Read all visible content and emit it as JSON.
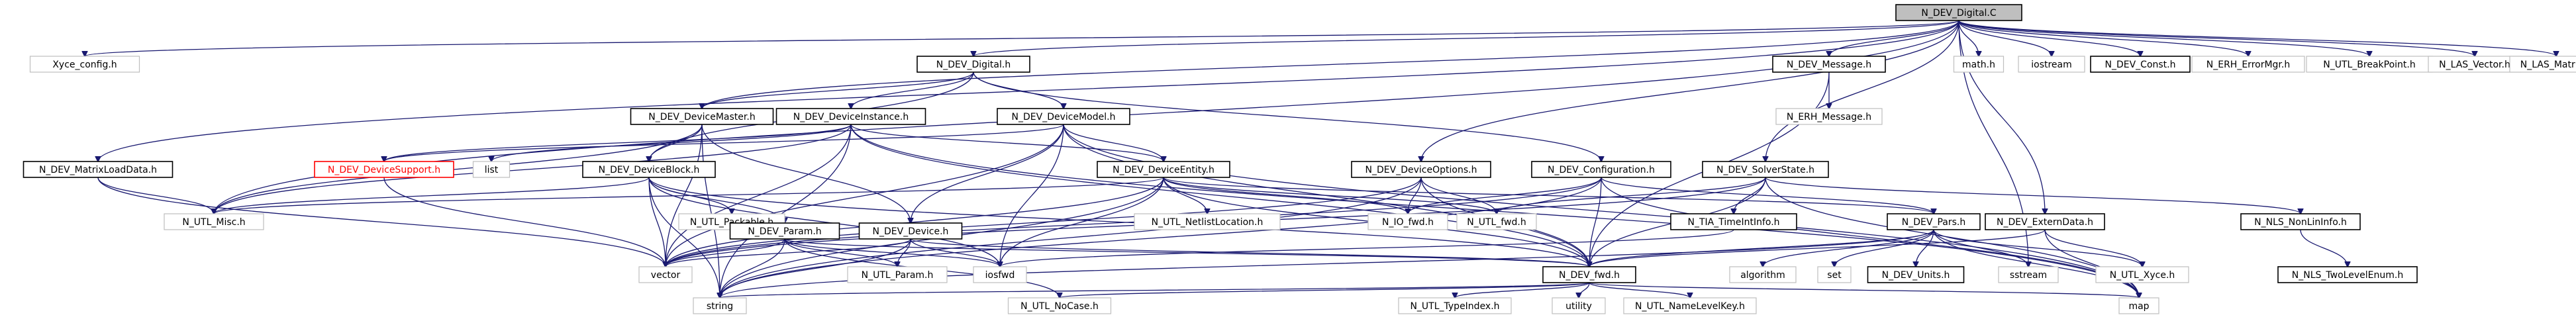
{
  "diagram": {
    "type": "include-dependency-graph",
    "root": "N_DEV_Digital.C",
    "nodes": [
      {
        "id": "root",
        "label": "N_DEV_Digital.C",
        "style": "root"
      },
      {
        "id": "xyce_config",
        "label": "Xyce_config.h",
        "style": "plain"
      },
      {
        "id": "dev_digital_h",
        "label": "N_DEV_Digital.h",
        "style": "box"
      },
      {
        "id": "dev_message",
        "label": "N_DEV_Message.h",
        "style": "box"
      },
      {
        "id": "math",
        "label": "math.h",
        "style": "plain"
      },
      {
        "id": "iostream",
        "label": "iostream",
        "style": "plain"
      },
      {
        "id": "dev_const",
        "label": "N_DEV_Const.h",
        "style": "box"
      },
      {
        "id": "erh_errormgr",
        "label": "N_ERH_ErrorMgr.h",
        "style": "plain"
      },
      {
        "id": "utl_breakpoint",
        "label": "N_UTL_BreakPoint.h",
        "style": "plain"
      },
      {
        "id": "las_vector",
        "label": "N_LAS_Vector.h",
        "style": "plain"
      },
      {
        "id": "las_matrix",
        "label": "N_LAS_Matrix.h",
        "style": "plain"
      },
      {
        "id": "dev_devicemaster",
        "label": "N_DEV_DeviceMaster.h",
        "style": "box"
      },
      {
        "id": "dev_deviceinstance",
        "label": "N_DEV_DeviceInstance.h",
        "style": "box"
      },
      {
        "id": "dev_devicemodel",
        "label": "N_DEV_DeviceModel.h",
        "style": "box"
      },
      {
        "id": "erh_message",
        "label": "N_ERH_Message.h",
        "style": "plain"
      },
      {
        "id": "dev_matrixloaddata",
        "label": "N_DEV_MatrixLoadData.h",
        "style": "box"
      },
      {
        "id": "dev_devicesupport",
        "label": "N_DEV_DeviceSupport.h",
        "style": "red"
      },
      {
        "id": "list",
        "label": "list",
        "style": "plain"
      },
      {
        "id": "dev_deviceblock",
        "label": "N_DEV_DeviceBlock.h",
        "style": "box"
      },
      {
        "id": "dev_deviceentity",
        "label": "N_DEV_DeviceEntity.h",
        "style": "box"
      },
      {
        "id": "dev_deviceoptions",
        "label": "N_DEV_DeviceOptions.h",
        "style": "box"
      },
      {
        "id": "dev_configuration",
        "label": "N_DEV_Configuration.h",
        "style": "box"
      },
      {
        "id": "dev_solverstate",
        "label": "N_DEV_SolverState.h",
        "style": "box"
      },
      {
        "id": "utl_misc",
        "label": "N_UTL_Misc.h",
        "style": "plain"
      },
      {
        "id": "utl_packable",
        "label": "N_UTL_Packable.h",
        "style": "plain"
      },
      {
        "id": "utl_netlistlocation",
        "label": "N_UTL_NetlistLocation.h",
        "style": "plain"
      },
      {
        "id": "io_fwd",
        "label": "N_IO_fwd.h",
        "style": "plain"
      },
      {
        "id": "utl_fwd",
        "label": "N_UTL_fwd.h",
        "style": "plain"
      },
      {
        "id": "tia_timeintinfo",
        "label": "N_TIA_TimeIntInfo.h",
        "style": "box"
      },
      {
        "id": "dev_pars",
        "label": "N_DEV_Pars.h",
        "style": "box"
      },
      {
        "id": "dev_externdata",
        "label": "N_DEV_ExternData.h",
        "style": "box"
      },
      {
        "id": "nls_nonlininfo",
        "label": "N_NLS_NonLinInfo.h",
        "style": "box"
      },
      {
        "id": "dev_param",
        "label": "N_DEV_Param.h",
        "style": "box"
      },
      {
        "id": "dev_device",
        "label": "N_DEV_Device.h",
        "style": "box"
      },
      {
        "id": "vector",
        "label": "vector",
        "style": "plain"
      },
      {
        "id": "utl_param",
        "label": "N_UTL_Param.h",
        "style": "plain"
      },
      {
        "id": "iosfwd",
        "label": "iosfwd",
        "style": "plain"
      },
      {
        "id": "dev_fwd",
        "label": "N_DEV_fwd.h",
        "style": "box"
      },
      {
        "id": "algorithm",
        "label": "algorithm",
        "style": "plain"
      },
      {
        "id": "set",
        "label": "set",
        "style": "plain"
      },
      {
        "id": "dev_units",
        "label": "N_DEV_Units.h",
        "style": "box"
      },
      {
        "id": "sstream",
        "label": "sstream",
        "style": "plain"
      },
      {
        "id": "utl_xyce",
        "label": "N_UTL_Xyce.h",
        "style": "plain"
      },
      {
        "id": "nls_twolevelenum",
        "label": "N_NLS_TwoLevelEnum.h",
        "style": "box"
      },
      {
        "id": "string",
        "label": "string",
        "style": "plain"
      },
      {
        "id": "utl_nocase",
        "label": "N_UTL_NoCase.h",
        "style": "plain"
      },
      {
        "id": "utl_typeindex",
        "label": "N_UTL_TypeIndex.h",
        "style": "plain"
      },
      {
        "id": "utility",
        "label": "utility",
        "style": "plain"
      },
      {
        "id": "utl_namelevelkey",
        "label": "N_UTL_NameLevelKey.h",
        "style": "plain"
      },
      {
        "id": "map",
        "label": "map",
        "style": "plain"
      }
    ],
    "edges": [
      [
        "root",
        "xyce_config"
      ],
      [
        "root",
        "dev_digital_h"
      ],
      [
        "root",
        "dev_message"
      ],
      [
        "root",
        "math"
      ],
      [
        "root",
        "iostream"
      ],
      [
        "root",
        "dev_const"
      ],
      [
        "root",
        "erh_errormgr"
      ],
      [
        "root",
        "utl_breakpoint"
      ],
      [
        "root",
        "las_vector"
      ],
      [
        "root",
        "las_matrix"
      ],
      [
        "root",
        "dev_devicemaster"
      ],
      [
        "root",
        "dev_matrixloaddata"
      ],
      [
        "root",
        "utl_misc"
      ],
      [
        "root",
        "dev_deviceoptions"
      ],
      [
        "root",
        "dev_solverstate"
      ],
      [
        "root",
        "dev_externdata"
      ],
      [
        "root",
        "sstream"
      ],
      [
        "dev_digital_h",
        "dev_devicemaster"
      ],
      [
        "dev_digital_h",
        "dev_deviceinstance"
      ],
      [
        "dev_digital_h",
        "dev_devicemodel"
      ],
      [
        "dev_digital_h",
        "dev_configuration"
      ],
      [
        "dev_digital_h",
        "dev_deviceblock"
      ],
      [
        "dev_message",
        "erh_message"
      ],
      [
        "dev_message",
        "dev_fwd"
      ],
      [
        "dev_devicemaster",
        "dev_deviceblock"
      ],
      [
        "dev_devicemaster",
        "dev_device"
      ],
      [
        "dev_devicemaster",
        "utl_misc"
      ],
      [
        "dev_devicemaster",
        "string"
      ],
      [
        "dev_devicemaster",
        "vector"
      ],
      [
        "dev_deviceinstance",
        "dev_devicesupport"
      ],
      [
        "dev_deviceinstance",
        "list"
      ],
      [
        "dev_deviceinstance",
        "dev_deviceentity"
      ],
      [
        "dev_deviceinstance",
        "utl_misc"
      ],
      [
        "dev_deviceinstance",
        "vector"
      ],
      [
        "dev_deviceinstance",
        "dev_fwd"
      ],
      [
        "dev_deviceinstance",
        "string"
      ],
      [
        "dev_deviceinstance",
        "map"
      ],
      [
        "dev_devicemodel",
        "dev_deviceentity"
      ],
      [
        "dev_devicemodel",
        "dev_device"
      ],
      [
        "dev_devicemodel",
        "vector"
      ],
      [
        "dev_devicemodel",
        "iosfwd"
      ],
      [
        "dev_devicemodel",
        "dev_fwd"
      ],
      [
        "dev_devicemodel",
        "map"
      ],
      [
        "dev_devicemodel",
        "dev_devicesupport"
      ],
      [
        "dev_matrixloaddata",
        "utl_misc"
      ],
      [
        "dev_matrixloaddata",
        "vector"
      ],
      [
        "dev_devicesupport",
        "vector"
      ],
      [
        "dev_deviceblock",
        "utl_misc"
      ],
      [
        "dev_deviceblock",
        "utl_packable"
      ],
      [
        "dev_deviceblock",
        "dev_param"
      ],
      [
        "dev_deviceblock",
        "vector"
      ],
      [
        "dev_deviceblock",
        "string"
      ],
      [
        "dev_deviceblock",
        "dev_fwd"
      ],
      [
        "dev_deviceblock",
        "iosfwd"
      ],
      [
        "dev_deviceentity",
        "utl_netlistlocation"
      ],
      [
        "dev_deviceentity",
        "io_fwd"
      ],
      [
        "dev_deviceentity",
        "utl_fwd"
      ],
      [
        "dev_deviceentity",
        "dev_pars"
      ],
      [
        "dev_deviceentity",
        "vector"
      ],
      [
        "dev_deviceentity",
        "string"
      ],
      [
        "dev_deviceentity",
        "iosfwd"
      ],
      [
        "dev_deviceentity",
        "dev_fwd"
      ],
      [
        "dev_deviceentity",
        "utl_misc"
      ],
      [
        "dev_deviceoptions",
        "io_fwd"
      ],
      [
        "dev_deviceoptions",
        "utl_fwd"
      ],
      [
        "dev_deviceoptions",
        "dev_fwd"
      ],
      [
        "dev_deviceoptions",
        "string"
      ],
      [
        "dev_deviceoptions",
        "vector"
      ],
      [
        "dev_configuration",
        "dev_pars"
      ],
      [
        "dev_configuration",
        "io_fwd"
      ],
      [
        "dev_configuration",
        "vector"
      ],
      [
        "dev_configuration",
        "dev_fwd"
      ],
      [
        "dev_configuration",
        "string"
      ],
      [
        "dev_configuration",
        "map"
      ],
      [
        "dev_solverstate",
        "tia_timeintinfo"
      ],
      [
        "dev_solverstate",
        "nls_nonlininfo"
      ],
      [
        "dev_solverstate",
        "dev_fwd"
      ],
      [
        "dev_solverstate",
        "vector"
      ],
      [
        "dev_solverstate",
        "map"
      ],
      [
        "dev_solverstate",
        "utl_fwd"
      ],
      [
        "tia_timeintinfo",
        "iosfwd"
      ],
      [
        "dev_pars",
        "dev_fwd"
      ],
      [
        "dev_pars",
        "algorithm"
      ],
      [
        "dev_pars",
        "set"
      ],
      [
        "dev_pars",
        "dev_units"
      ],
      [
        "dev_pars",
        "sstream"
      ],
      [
        "dev_pars",
        "map"
      ],
      [
        "dev_pars",
        "utl_xyce"
      ],
      [
        "dev_pars",
        "string"
      ],
      [
        "dev_externdata",
        "dev_fwd"
      ],
      [
        "dev_externdata",
        "map"
      ],
      [
        "dev_externdata",
        "utl_xyce"
      ],
      [
        "nls_nonlininfo",
        "nls_twolevelenum"
      ],
      [
        "dev_param",
        "vector"
      ],
      [
        "dev_param",
        "utl_param"
      ],
      [
        "dev_param",
        "iosfwd"
      ],
      [
        "dev_param",
        "string"
      ],
      [
        "dev_param",
        "utl_nocase"
      ],
      [
        "dev_param",
        "dev_fwd"
      ],
      [
        "dev_device",
        "vector"
      ],
      [
        "dev_device",
        "utl_param"
      ],
      [
        "dev_device",
        "iosfwd"
      ],
      [
        "dev_device",
        "dev_fwd"
      ],
      [
        "dev_device",
        "string"
      ],
      [
        "dev_fwd",
        "string"
      ],
      [
        "dev_fwd",
        "utl_nocase"
      ],
      [
        "dev_fwd",
        "utl_typeindex"
      ],
      [
        "dev_fwd",
        "utility"
      ],
      [
        "dev_fwd",
        "utl_namelevelkey"
      ],
      [
        "dev_fwd",
        "map"
      ]
    ]
  }
}
